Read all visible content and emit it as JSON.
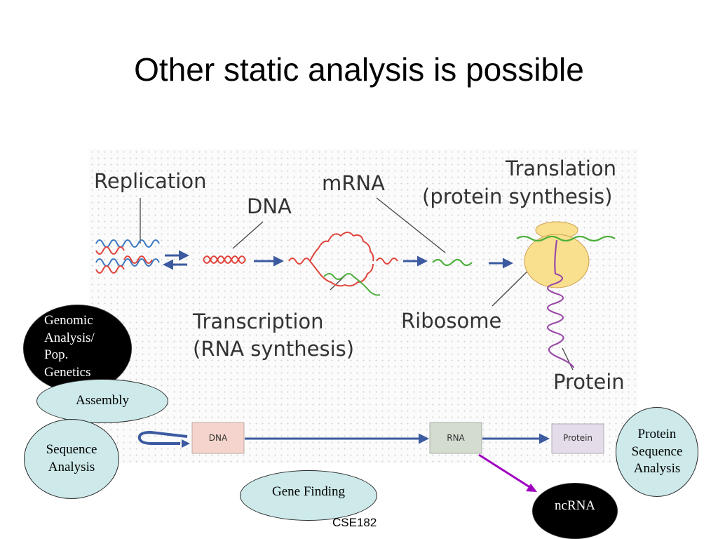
{
  "slide": {
    "title": "Other static analysis is possible",
    "footer": "CSE182"
  },
  "figure": {
    "labels": {
      "replication": "Replication",
      "dna": "DNA",
      "mrna": "mRNA",
      "translation_line1": "Translation",
      "translation_line2": "(protein synthesis)",
      "transcription_line1": "Transcription",
      "transcription_line2": "(RNA synthesis)",
      "ribosome": "Ribosome",
      "protein": "Protein"
    },
    "flow_boxes": {
      "dna": "DNA",
      "rna": "RNA",
      "protein": "Protein"
    },
    "colors": {
      "dna_strand": "#e0443c",
      "dna_strand_alt": "#3a78c2",
      "mrna": "#4caf3c",
      "ribosome": "#f8e08e",
      "protein_chain": "#9a4aa8",
      "arrow": "#3c5aa0",
      "ncrna_arrow": "#a000c0"
    }
  },
  "bubbles": {
    "genomic": [
      "Genomic",
      "Analysis/",
      "Pop.",
      "Genetics"
    ],
    "assembly": "Assembly",
    "sequence": [
      "Sequence",
      "Analysis"
    ],
    "gene_finding": "Gene Finding",
    "protein_seq": [
      "Protein",
      "Sequence",
      "Analysis"
    ],
    "ncrna": "ncRNA"
  }
}
